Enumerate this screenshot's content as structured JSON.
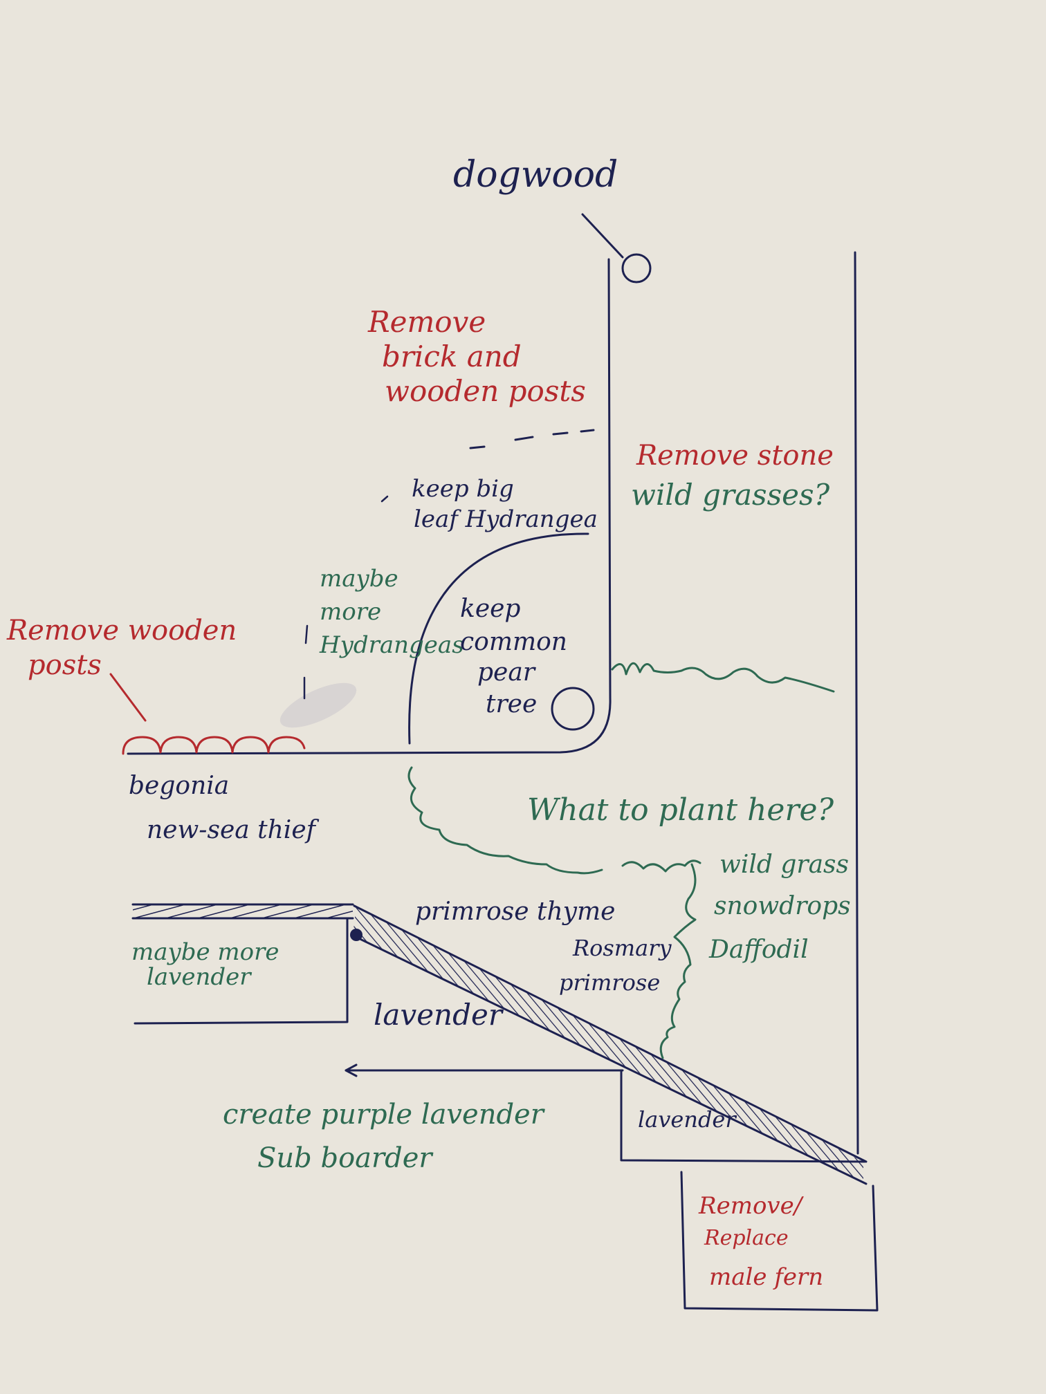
{
  "colors": {
    "paper": "#e9e5dc",
    "navy_ink": "#1d2150",
    "red_ink": "#b52a2e",
    "green_ink": "#2e6a52"
  },
  "labels": {
    "dogwood": "dogwood",
    "remove_brick": [
      "Remove",
      "brick and",
      "wooden posts"
    ],
    "remove_stone": "Remove stone",
    "wild_grasses": "wild grasses?",
    "keep_hydrangea": [
      "keep big",
      "leaf Hydrangea"
    ],
    "maybe_more_hydrangeas": [
      "maybe",
      "more",
      "Hydrangeas"
    ],
    "keep_pear": [
      "keep",
      "common",
      "pear",
      "tree"
    ],
    "remove_wooden_posts": [
      "Remove wooden",
      "posts"
    ],
    "begonia": [
      "begonia",
      "new-sea thief"
    ],
    "what_to_plant": "What to plant here?",
    "wild_grass_list": [
      "wild grass",
      "snowdrops",
      "Daffodil"
    ],
    "primrose_thyme": "primrose thyme",
    "rosemary_primrose": [
      "Rosmary",
      "primrose"
    ],
    "maybe_more_lavender": [
      "maybe more",
      "lavender"
    ],
    "lavender_main": "lavender",
    "lavender_small": "lavender",
    "create_border": [
      "create purple lavender",
      "Sub boarder"
    ],
    "remove_replace_fern": [
      "Remove/",
      "Replace",
      "male fern"
    ]
  }
}
